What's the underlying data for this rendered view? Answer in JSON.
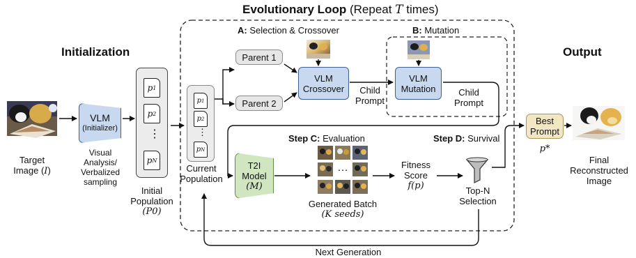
{
  "title_main": "Evolutionary Loop",
  "title_repeat_pre": "(Repeat ",
  "title_repeat_T": "T",
  "title_repeat_post": " times)",
  "init_header": "Initialization",
  "output_header": "Output",
  "target_label_1": "Target",
  "target_label_2": "Image (",
  "target_label_I": "I",
  "target_label_3": ")",
  "vlm_init_1": "VLM",
  "vlm_init_2": "(Initializer)",
  "vlm_init_caption_1": "Visual",
  "vlm_init_caption_2": "Analysis/",
  "vlm_init_caption_3": "Verbalized",
  "vlm_init_caption_4": "sampling",
  "init_pop_docs": [
    "p1",
    "p2",
    "⋮",
    "pN"
  ],
  "init_pop_label_1": "Initial",
  "init_pop_label_2": "Population",
  "init_pop_label_3": "(P0)",
  "curr_pop_docs": [
    "p1",
    "p2",
    "⋮",
    "pN"
  ],
  "curr_pop_label_1": "Current",
  "curr_pop_label_2": "Population",
  "section_a_bold": "A:",
  "section_a_text": " Selection & Crossover",
  "section_b_bold": "B:",
  "section_b_text": " Mutation",
  "parent1": "Parent 1",
  "parent2": "Parent 2",
  "vlm_cross_1": "VLM",
  "vlm_cross_2": "Crossover",
  "child_prompt_a_1": "Child",
  "child_prompt_a_2": "Prompt",
  "vlm_mut_1": "VLM",
  "vlm_mut_2": "Mutation",
  "child_prompt_b_1": "Child",
  "child_prompt_b_2": "Prompt",
  "step_c_bold": "Step C:",
  "step_c_text": " Evaluation",
  "step_d_bold": "Step D:",
  "step_d_text": " Survival",
  "t2i_1": "T2I",
  "t2i_2": "Model",
  "t2i_3": "(M)",
  "batch_dots": "···",
  "batch_label_1": "Generated Batch",
  "batch_label_2": "(K seeds)",
  "fitness_1": "Fitness",
  "fitness_2": "Score",
  "fitness_3": "f(p)",
  "topn_1": "Top-N",
  "topn_2": "Selection",
  "best_1": "Best",
  "best_2": "Prompt",
  "best_sym": "p*",
  "final_1": "Final",
  "final_2": "Reconstructed",
  "final_3": "Image",
  "next_gen": "Next Generation",
  "colors": {
    "vlm": "#c8d9ef",
    "t2i": "#cfe6c0",
    "best": "#f2e7c4",
    "node": "#e6e6e6"
  }
}
